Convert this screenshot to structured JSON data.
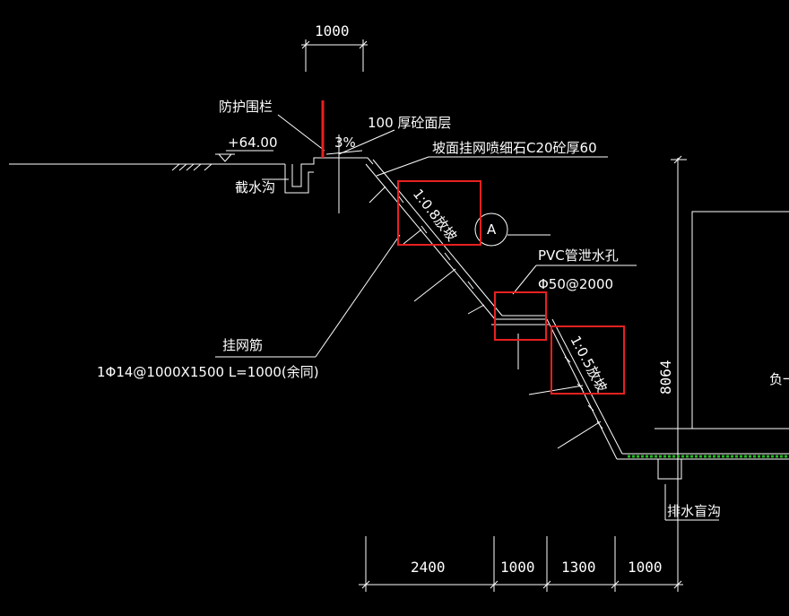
{
  "top_dim": "1000",
  "labels": {
    "guardrail": "防护围栏",
    "elevation": "+64.00",
    "gradient": "3%",
    "concrete_surface": "100 厚砼面层",
    "slope_spray": "坡面挂网喷细石C20砼厚60",
    "intercept_ditch": "截水沟",
    "slope_upper": "1:0.8放坡",
    "detail_marker": "A",
    "pvc_pipe": "PVC管泄水孔",
    "pvc_spacing": "Φ50@2000",
    "slope_lower": "1:0.5放坡",
    "mesh_bar": "挂网筋",
    "mesh_spec": "1Φ14@1000X1500 L=1000(余同)",
    "height_dim": "8064",
    "basement": "负一",
    "drain_ditch": "排水盲沟"
  },
  "bottom_dims": [
    "2400",
    "1000",
    "1300",
    "1000"
  ],
  "colors": {
    "background": "#000000",
    "line": "#ffffff",
    "highlight": "#e82020",
    "ground": "#22bb22"
  }
}
